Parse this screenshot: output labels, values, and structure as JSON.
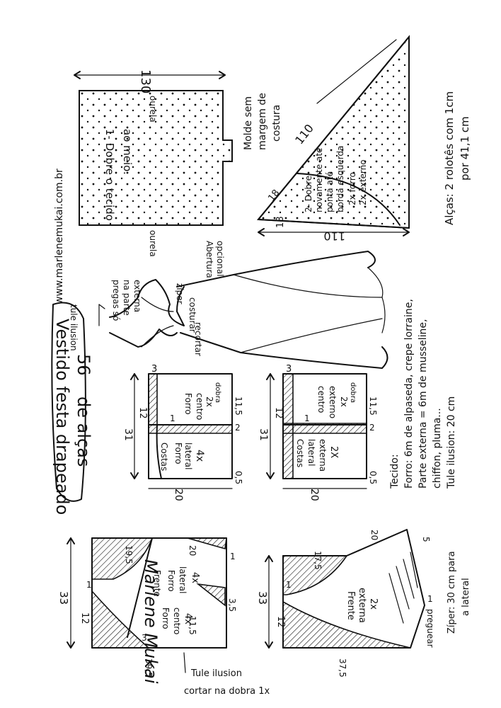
{
  "colors": {
    "ink": "#111111",
    "paper": "#ffffff"
  },
  "title": {
    "line1": "Vestido festa drapeado",
    "line2": "de alças",
    "size": "56"
  },
  "website": "www.marlenemukai.com.br",
  "signature": "Marlene Mukai",
  "dress_labels": {
    "tule": "tule ilusion",
    "pregas": "pregas só",
    "pregas2": "na parte",
    "pregas3": "externa",
    "ziper": "zíper",
    "costurar": "costurar",
    "recortar": "recortar",
    "abertura": "Abertura",
    "opcional": "opcional"
  },
  "fabric_piece": {
    "width": "130",
    "ourela_top": "ourela",
    "ourela_bottom": "ourela",
    "instruction1": "1- Dobre o tecido",
    "instruction2": "ao meio."
  },
  "triangle_piece": {
    "note1": "Molde sem",
    "note2": "margem de",
    "note3": "costura",
    "dim_hyp": "110",
    "dim_base": "110",
    "dim_small_side": "18",
    "dim_small_base": "18",
    "step1": "2- Dobre",
    "step2": "novamente até",
    "step3": "ponta até",
    "step4": "borda esquerda",
    "step5": "2x forro",
    "step6": "2x externo"
  },
  "alcas": {
    "line1": "Alças: 2 rolotês com 1cm",
    "line2": "por 41,1 cm"
  },
  "costas_forro": {
    "top_dim": "31",
    "side_12": "12",
    "mark_3": "3",
    "mark_11_5": "11,5",
    "mark_1": "1",
    "mark_2": "2",
    "mark_0_5": "0,5",
    "bottom_dim": "20",
    "left_label1": "Costas",
    "left_label2": "Forro",
    "left_label3": "lateral",
    "left_label4": "4x",
    "right_label1": "Forro",
    "right_label2": "centro",
    "right_label3": "2x",
    "dobra": "dobra"
  },
  "costas_externa": {
    "top_dim": "31",
    "side_12": "12",
    "mark_3": "3",
    "mark_11_5": "11,5",
    "mark_1": "1",
    "mark_2": "2",
    "mark_0_5": "0,5",
    "bottom_dim": "20",
    "left_label1": "Costas",
    "left_label2": "lateral",
    "left_label3": "externa",
    "left_label4": "2X",
    "right_label1": "centro",
    "right_label2": "externo",
    "right_label3": "2x",
    "dobra": "dobra"
  },
  "tecido": {
    "heading": "Tecido:",
    "line1": "Forro: 6m de alpaseda, crepe lorraine,",
    "line2": "Parte externa = 6m de musseline,",
    "line3": "chiffon, pluma...",
    "line4": "Tule ilusion: 20 cm"
  },
  "frente_forro": {
    "top_dim": "33",
    "side_12": "12",
    "mark_19_5": "19,5",
    "mark_20": "20",
    "mark_1": "1",
    "mark_3": "3",
    "mark_3_5": "3,5",
    "mark_11_5": "11,5",
    "mark_39_5": "39,5",
    "label_frente": "Frente",
    "label_forro": "Forro",
    "label_lateral": "lateral",
    "label_4x": "4x",
    "label_forro2": "Forro",
    "label_centro": "centro",
    "label_4x_2": "4x",
    "tule1": "Tule ilusion",
    "tule2": "cortar na dobra 1x"
  },
  "frente_externa": {
    "top_dim": "33",
    "side_12": "12",
    "mark_17_5": "17,5",
    "mark_20": "20",
    "mark_5": "5",
    "mark_1": "1",
    "mark_37_5": "37,5",
    "label1": "Frente",
    "label2": "externa",
    "label3": "2x",
    "preguear": "preguear",
    "ziper1": "Zíper: 30 cm para",
    "ziper2": "a lateral"
  }
}
